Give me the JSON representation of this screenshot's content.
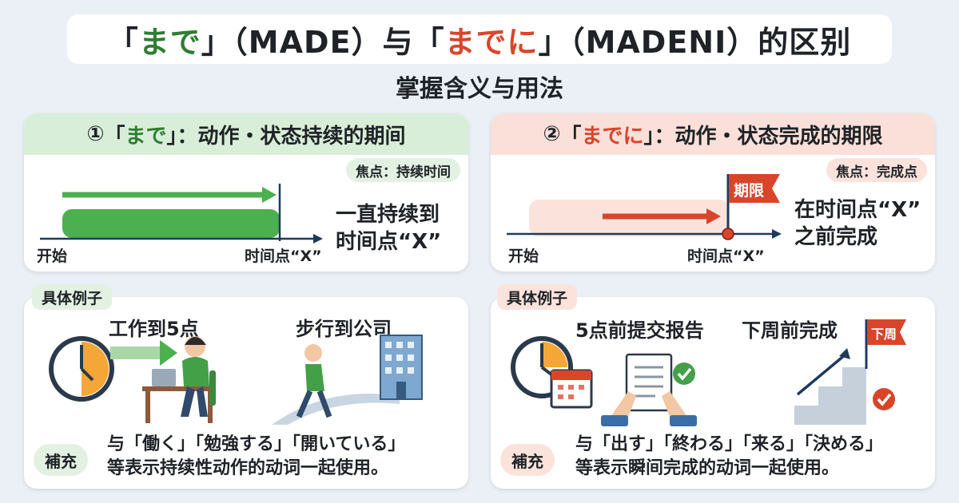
{
  "header": {
    "title_q1": "「",
    "title_made": "まで",
    "title_q2": "」（MADE）与",
    "title_q3": "「",
    "title_madeni": "までに",
    "title_q4": "」（MADENI）的区别",
    "subtitle": "掌握含义与用法"
  },
  "left": {
    "num": "①",
    "head_q1": "「",
    "head_key": "まで",
    "head_rest": "」：动作・状态持续的期间",
    "focus": "焦点：持续时间",
    "tl_start": "开始",
    "tl_point": "时间点“X”",
    "desc_line1": "一直持续到",
    "desc_line2": "时间点“X”",
    "example_tag": "具体例子",
    "ex1_label": "工作到5点",
    "ex2_label": "步行到公司",
    "note_tag": "補充",
    "note_line1": "与「働く」「勉強する」「開いている」",
    "note_line2": "等表示持续性动作的动词一起使用。"
  },
  "right": {
    "num": "②",
    "head_q1": "「",
    "head_key": "までに",
    "head_rest": "」：动作・状态完成的期限",
    "focus": "焦点：完成点",
    "flag_label": "期限",
    "tl_start": "开始",
    "tl_point": "时间点“X”",
    "desc_line1": "在时间点“X”",
    "desc_line2": "之前完成",
    "example_tag": "具体例子",
    "ex1_label": "5点前提交报告",
    "ex2_label": "下周前完成",
    "ex2_flag": "下周",
    "note_tag": "補充",
    "note_line1": "与「出す」「終わる」「来る」「決める」",
    "note_line2": "等表示瞬间完成的动词一起使用。"
  },
  "colors": {
    "green": "#2f7d32",
    "green_bar": "#4caf50",
    "red": "#d9452b",
    "pink_bar": "#fbe3dc",
    "navy": "#1f3b5c"
  }
}
